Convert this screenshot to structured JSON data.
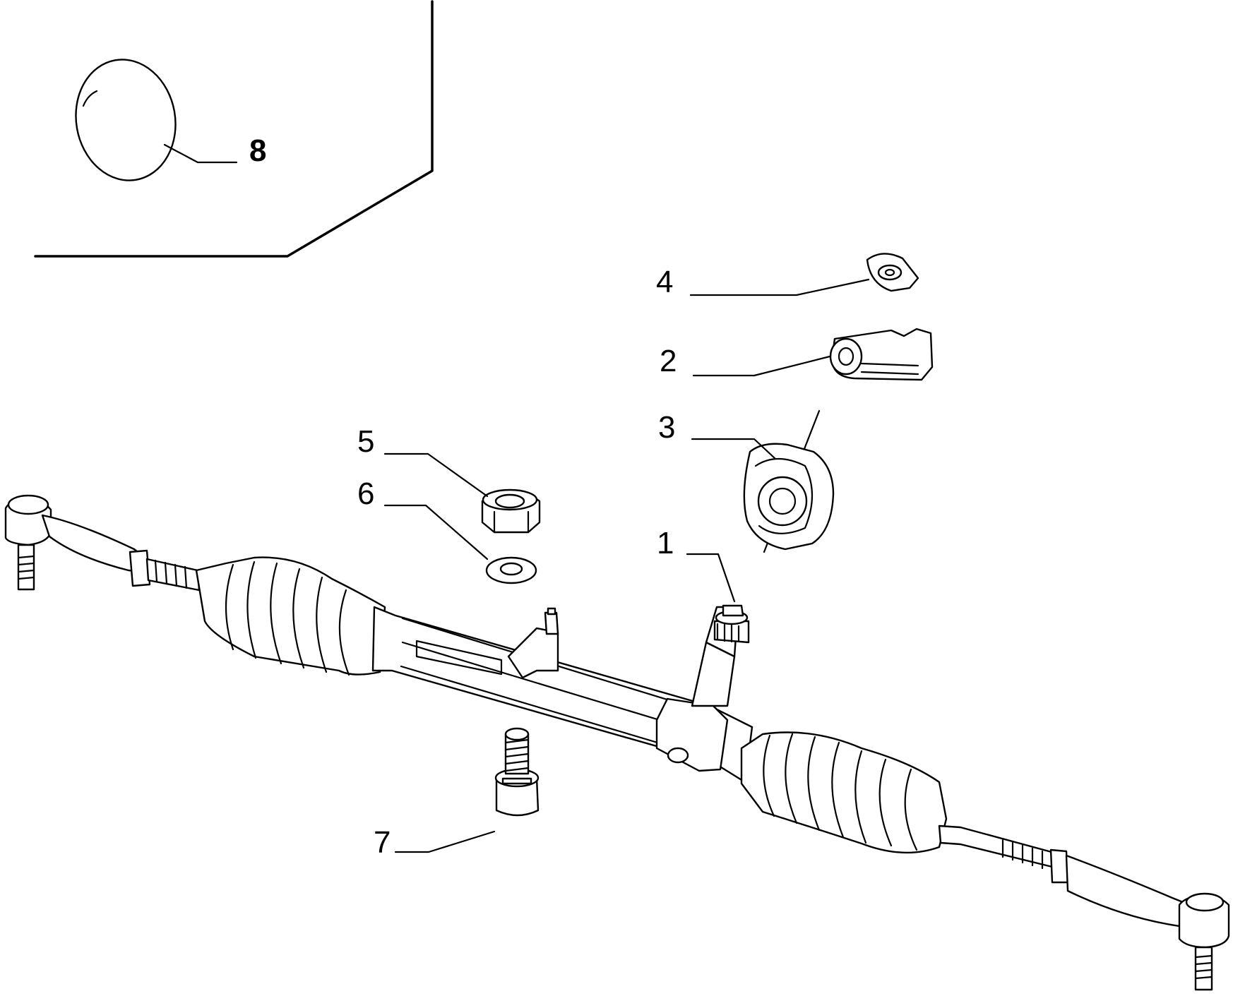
{
  "diagram": {
    "callouts": [
      {
        "id": "1",
        "text": "1"
      },
      {
        "id": "2",
        "text": "2"
      },
      {
        "id": "3",
        "text": "3"
      },
      {
        "id": "4",
        "text": "4"
      },
      {
        "id": "5",
        "text": "5"
      },
      {
        "id": "6",
        "text": "6"
      },
      {
        "id": "7",
        "text": "7"
      },
      {
        "id": "8",
        "text": "8"
      }
    ]
  },
  "colors": {
    "ink": "#000000",
    "background": "#ffffff"
  }
}
